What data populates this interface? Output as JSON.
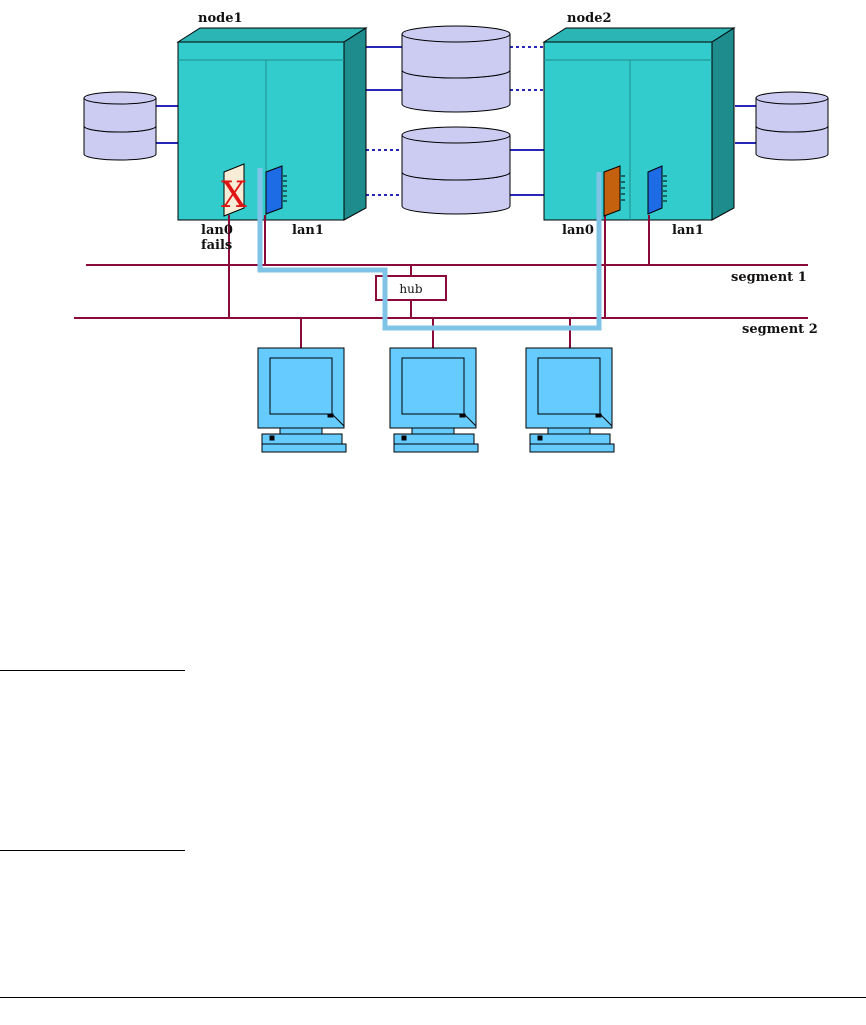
{
  "labels": {
    "node1": "node1",
    "node2": "node2",
    "node1_lan0_line1": "lan0",
    "node1_lan0_line2": "fails",
    "node1_lan1": "lan1",
    "node2_lan0": "lan0",
    "node2_lan1": "lan1",
    "hub": "hub",
    "segment1": "segment 1",
    "segment2": "segment 2",
    "failure_mark": "X"
  },
  "colors": {
    "node_face": "#33CCCC",
    "node_top": "#2BB5B5",
    "node_side": "#1E8C8C",
    "disk": "#CCCCF2",
    "lan_cable": "#8B0A3A",
    "heartbeat_path": "#7FC3E6",
    "disk_link": "#2626B8",
    "card_blue": "#1E6BE6",
    "card_orange": "#C4610E",
    "card_failed": "#F7EDD6",
    "failure_mark": "#E01414",
    "monitor": "#66CCFF"
  },
  "icons": {
    "server": "server-cabinet-icon",
    "disk": "disk-stack-icon",
    "workstation": "workstation-monitor-icon",
    "lan_card": "network-card-icon",
    "failure": "x-failure-icon"
  }
}
